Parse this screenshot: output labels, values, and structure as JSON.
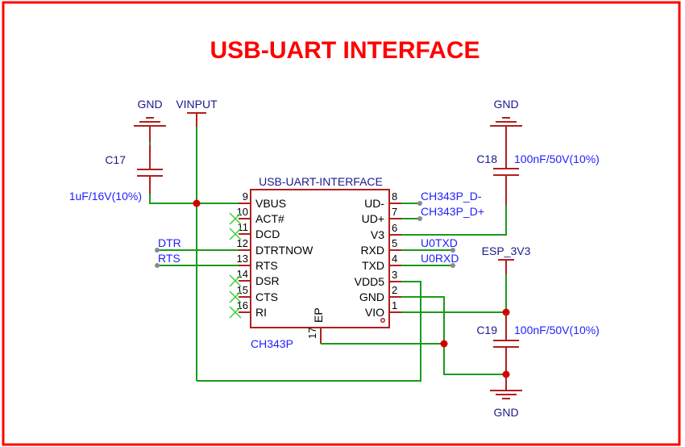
{
  "title": "USB-UART INTERFACE",
  "colors": {
    "title": "#ff0000",
    "border": "#ff0000",
    "wire": "#1a9a1a",
    "component": "#b01f1f",
    "net_label": "#1a1a8c",
    "value_label": "#1f1fff",
    "junction": "#d40000"
  },
  "power": {
    "gnd_c17": "GND",
    "vinput": "VINPUT",
    "gnd_c18": "GND",
    "esp_3v3": "ESP_3V3",
    "gnd_c19": "GND"
  },
  "capacitors": {
    "c17": {
      "ref": "C17",
      "value": "1uF/16V(10%)"
    },
    "c18": {
      "ref": "C18",
      "value": "100nF/50V(10%)"
    },
    "c19": {
      "ref": "C19",
      "value": "100nF/50V(10%)"
    }
  },
  "ic": {
    "name": "USB-UART-INTERFACE",
    "part": "CH343P",
    "left_pins": [
      {
        "num": "9",
        "name": "VBUS",
        "nc": false
      },
      {
        "num": "10",
        "name": "ACT#",
        "nc": true
      },
      {
        "num": "11",
        "name": "DCD",
        "nc": true
      },
      {
        "num": "12",
        "name": "DTRTNOW",
        "nc": false
      },
      {
        "num": "13",
        "name": "RTS",
        "nc": false
      },
      {
        "num": "14",
        "name": "DSR",
        "nc": true
      },
      {
        "num": "15",
        "name": "CTS",
        "nc": true
      },
      {
        "num": "16",
        "name": "RI",
        "nc": true
      }
    ],
    "right_pins": [
      {
        "num": "8",
        "name": "UD-"
      },
      {
        "num": "7",
        "name": "UD+"
      },
      {
        "num": "6",
        "name": "V3"
      },
      {
        "num": "5",
        "name": "RXD"
      },
      {
        "num": "4",
        "name": "TXD"
      },
      {
        "num": "3",
        "name": "VDD5"
      },
      {
        "num": "2",
        "name": "GND"
      },
      {
        "num": "1",
        "name": "VIO"
      }
    ],
    "bottom_pin": {
      "num": "17",
      "name": "EP"
    }
  },
  "nets": {
    "dtr": "DTR",
    "rts": "RTS",
    "d_minus": "CH343P_D-",
    "d_plus": "CH343P_D+",
    "u0txd": "U0TXD",
    "u0rxd": "U0RXD"
  }
}
